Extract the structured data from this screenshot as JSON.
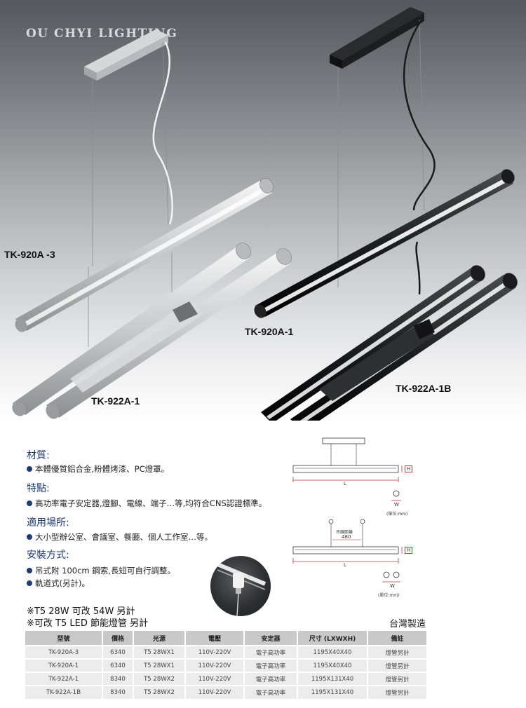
{
  "brand": "OU CHYI LIGHTING",
  "models": {
    "m1": "TK-920A -3",
    "m2": "TK-920A-1",
    "m3": "TK-922A-1",
    "m4": "TK-922A-1B"
  },
  "sections": [
    {
      "title": "材質:",
      "lines": [
        "本體優質鋁合金,粉體烤漆、PC燈罩。"
      ]
    },
    {
      "title": "特點:",
      "lines": [
        "高功率電子安定器,燈腳、電線、端子…等,均符合CNS認證標準。"
      ]
    },
    {
      "title": "適用場所:",
      "lines": [
        "大小型辦公室、會議室、餐廳、個人工作室…等。"
      ]
    },
    {
      "title": "安裝方式:",
      "lines": [
        "吊式附 100cm 鋼索,長短可自行調整。",
        "軌道式(另計)。"
      ]
    }
  ],
  "notes": [
    "※T5 28W 可改 54W 另計",
    "※可改 T5 LED 節能燈管 另計"
  ],
  "made_in": "台灣製造",
  "diagram": {
    "h": "H",
    "l": "L",
    "w": "W",
    "unit": "(單位:mm)",
    "hang_distance_label": "吊線距離",
    "hang_distance_value": "480"
  },
  "table": {
    "headers": [
      "型號",
      "價格",
      "光源",
      "電壓",
      "安定器",
      "尺寸 (LXWXH)",
      "備註"
    ],
    "rows": [
      [
        "TK-920A-3",
        "6340",
        "T5 28WX1",
        "110V-220V",
        "電子高功率",
        "1195X40X40",
        "燈管另計"
      ],
      [
        "TK-920A-1",
        "6340",
        "T5 28WX1",
        "110V-220V",
        "電子高功率",
        "1195X40X40",
        "燈管另計"
      ],
      [
        "TK-922A-1",
        "8340",
        "T5 28WX2",
        "110V-220V",
        "電子高功率",
        "1195X131X40",
        "燈管另計"
      ],
      [
        "TK-922A-1B",
        "8340",
        "T5 28WX2",
        "110V-220V",
        "電子高功率",
        "1195X131X40",
        "燈管另計"
      ]
    ]
  }
}
